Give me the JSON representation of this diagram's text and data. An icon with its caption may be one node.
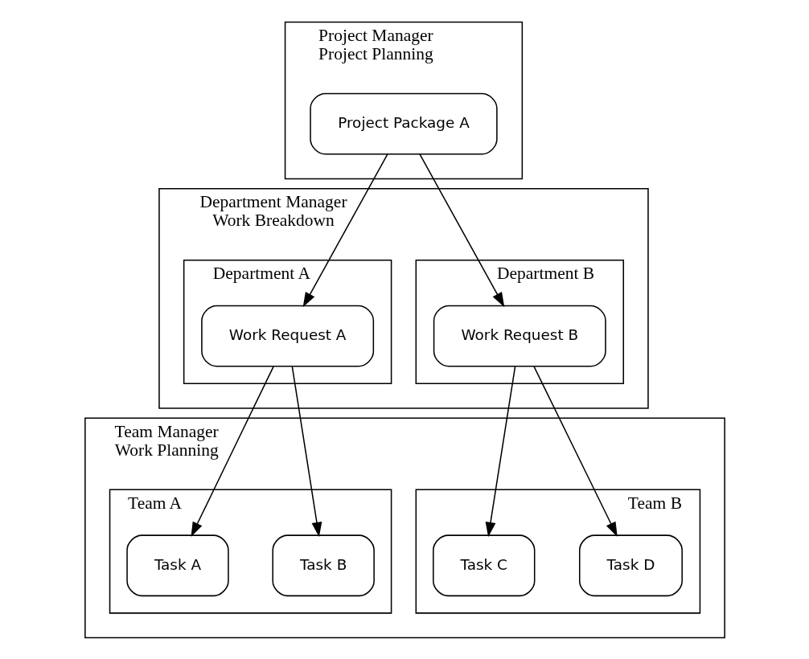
{
  "diagram": {
    "nodes": [
      {
        "text": [
          "Project Manager",
          "Project Planning"
        ]
      },
      {
        "text": [
          "Project Package A"
        ],
        "in": 0
      },
      {
        "text": [
          "Department Manager",
          "Work Breakdown"
        ]
      },
      {
        "text": [
          "Department A"
        ],
        "in": 2
      },
      {
        "text": [
          "Work Request A"
        ],
        "in": 3
      },
      {
        "text": [
          "Department B"
        ],
        "in": 2
      },
      {
        "text": [
          "Work Request B"
        ],
        "in": 5
      },
      {
        "text": [
          "Team Manager",
          "Work Planning"
        ]
      },
      {
        "text": [
          "Team A"
        ],
        "in": 7
      },
      {
        "text": [
          "Task A"
        ],
        "in": 8
      },
      {
        "text": [
          "Task B"
        ],
        "in": 8
      },
      {
        "text": [
          "Team B"
        ],
        "in": 7
      },
      {
        "text": [
          "Task C"
        ],
        "in": 11
      },
      {
        "text": [
          "Task D"
        ],
        "in": 11
      }
    ],
    "edges": [
      {
        "from": 1,
        "to": 4,
        "arrow": "to"
      },
      {
        "from": 1,
        "to": 6,
        "arrow": "to"
      },
      {
        "from": 4,
        "to": 9,
        "arrow": "to"
      },
      {
        "from": 4,
        "to": 10,
        "arrow": "to"
      },
      {
        "from": 6,
        "to": 12,
        "arrow": "to"
      },
      {
        "from": 6,
        "to": 13,
        "arrow": "to"
      }
    ]
  }
}
